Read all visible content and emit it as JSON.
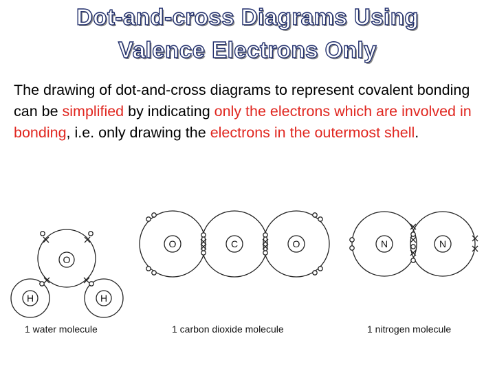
{
  "title": {
    "line1": "Dot-and-cross Diagrams Using",
    "line2": "Valence Electrons Only"
  },
  "paragraph": [
    {
      "text": "The drawing of dot-and-cross diagrams to represent covalent bonding can be ",
      "highlight": false
    },
    {
      "text": "simplified",
      "highlight": true
    },
    {
      "text": " by indicating ",
      "highlight": false
    },
    {
      "text": "only the electrons which are involved in bonding",
      "highlight": true
    },
    {
      "text": ", i.e. only drawing the ",
      "highlight": false
    },
    {
      "text": "electrons in the outermost shell",
      "highlight": true
    },
    {
      "text": ".",
      "highlight": false
    }
  ],
  "colors": {
    "title_outline": "#1f2d6b",
    "highlight": "#e0261f"
  },
  "diagram": {
    "water": {
      "caption": "1 water molecule",
      "atoms": [
        "O",
        "H",
        "H"
      ]
    },
    "carbon_dioxide": {
      "caption": "1 carbon dioxide molecule",
      "atoms": [
        "O",
        "C",
        "O"
      ]
    },
    "nitrogen": {
      "caption": "1 nitrogen molecule",
      "atoms": [
        "N",
        "N"
      ]
    }
  }
}
